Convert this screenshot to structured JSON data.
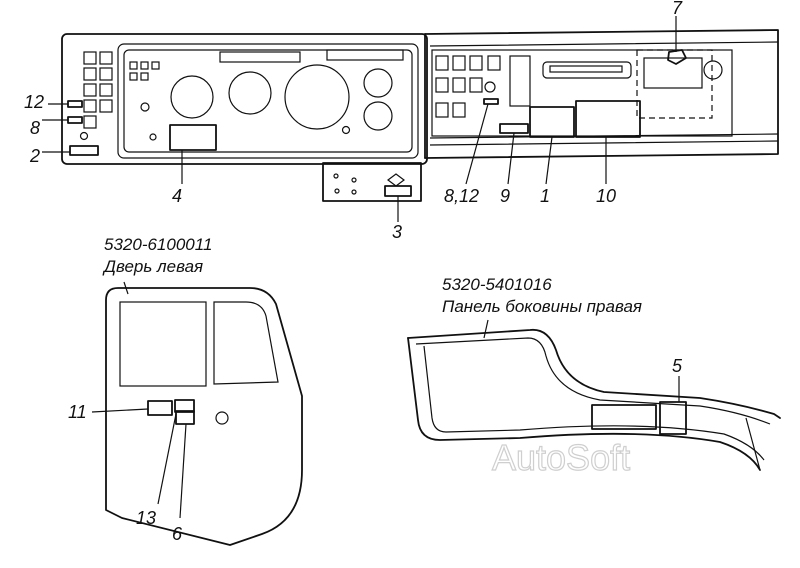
{
  "callouts": {
    "c12": "12",
    "c8": "8",
    "c2": "2",
    "c4": "4",
    "c3": "3",
    "c7": "7",
    "c8_12": "8,12",
    "c9": "9",
    "c1": "1",
    "c10": "10",
    "c11": "11",
    "c13": "13",
    "c6": "6",
    "c5": "5"
  },
  "door": {
    "part_number": "5320-6100011",
    "title": "Дверь левая"
  },
  "side_panel": {
    "part_number": "5320-5401016",
    "title": "Панель боковины правая"
  },
  "watermark": "AutoSoft"
}
